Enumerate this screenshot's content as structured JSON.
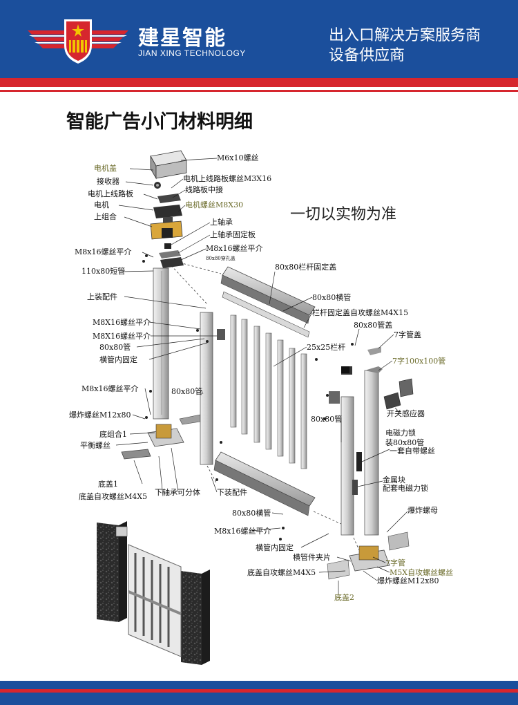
{
  "header": {
    "brand_cn": "建星智能",
    "brand_en": "JIAN XING TECHNOLOGY",
    "tagline_1": "出入口解决方案服务商",
    "tagline_2": "设备供应商",
    "colors": {
      "blue": "#1b4f9c",
      "red": "#d6262e"
    }
  },
  "title": "智能广告小门材料明细",
  "note": "一切以实物为准",
  "labels": {
    "l1": "M6x10螺丝",
    "l2": "电机盖",
    "l3": "电机上线路板螺丝M3X16",
    "l4": "接收器",
    "l5": "线路板中接",
    "l6": "电机上线路板",
    "l7": "电机",
    "l8": "电机螺丝M8X30",
    "l9": "上组合",
    "l10": "上轴承",
    "l11": "上轴承固定板",
    "l12": "M8x16螺丝平介",
    "l13": "M8x16螺丝平介",
    "l14": "80x80穿孔盖",
    "l15": "110x80短管",
    "l16": "80x80栏杆固定盖",
    "l17": "上装配件",
    "l18": "80x80横管",
    "l19": "栏杆固定盖自攻螺丝M4X15",
    "l20": "M8X16螺丝平介",
    "l21": "80x80管盖",
    "l22": "7字管盖",
    "l23": "M8X16螺丝平介",
    "l24": "80x80管",
    "l25": "25x25栏杆",
    "l26": "横管内固定",
    "l27": "7字100x100管",
    "l28": "M8x16螺丝平介",
    "l29": "80x80管",
    "l30": "爆炸螺丝M12x80",
    "l31": "80x80管",
    "l32": "开关感应器",
    "l33": "底组合1",
    "l34": "平衡螺丝",
    "l35": "电磁力锁",
    "l36": "装80x80管",
    "l37": "一套自带螺丝",
    "l38": "金属块",
    "l39": "配套电磁力锁",
    "l40": "底盖1",
    "l41": "下轴承可分体",
    "l42": "下装配件",
    "l43": "底盖自攻螺丝M4X5",
    "l44": "80x80横管",
    "l45": "爆炸螺母",
    "l46": "M8x16螺丝平介",
    "l47": "横管内固定",
    "l48": "横管件夹片",
    "l49": "7字管",
    "l50": "M5X自攻螺丝螺丝",
    "l51": "底盖自攻螺丝M4X5",
    "l52": "爆炸螺丝M12x80",
    "l53": "底盖2"
  }
}
